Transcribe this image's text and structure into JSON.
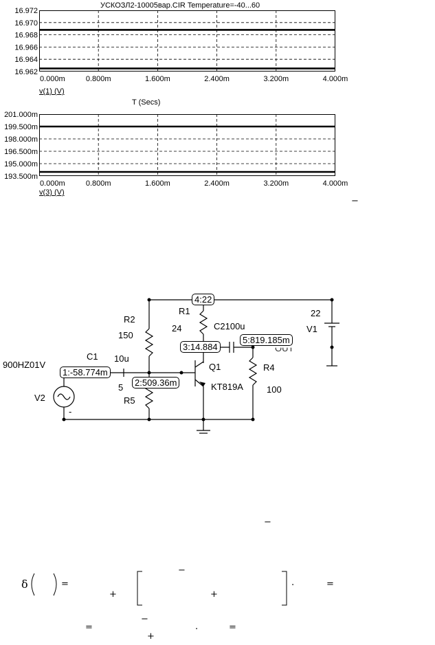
{
  "chart_data": [
    {
      "type": "line",
      "title": "УСКОЗЛ2-10005вар.CIR Temperature=-40...60",
      "xlabel": "T (Secs)",
      "ylabel": "v(1) (V)",
      "xlim": [
        0,
        4.0
      ],
      "ylim": [
        16.962,
        16.972
      ],
      "x_ticks": [
        "0.000m",
        "0.800m",
        "1.600m",
        "2.400m",
        "3.200m",
        "4.000m"
      ],
      "y_ticks": [
        "16.972",
        "16.970",
        "16.968",
        "16.966",
        "16.964",
        "16.962"
      ],
      "grid": true,
      "series": [
        {
          "x": [
            0,
            4.0
          ],
          "values": [
            16.9688,
            16.9688
          ]
        },
        {
          "x": [
            0,
            4.0
          ],
          "values": [
            16.9625,
            16.9625
          ]
        }
      ]
    },
    {
      "type": "line",
      "title": "",
      "xlabel": "",
      "ylabel": "v(3) (V)",
      "xlim": [
        0,
        4.0
      ],
      "ylim": [
        193.5,
        201.0
      ],
      "x_ticks": [
        "0.000m",
        "0.800m",
        "1.600m",
        "2.400m",
        "3.200m",
        "4.000m"
      ],
      "y_ticks": [
        "201.000m",
        "199.500m",
        "198.000m",
        "196.500m",
        "195.000m",
        "193.500m"
      ],
      "grid": true,
      "series": [
        {
          "x": [
            0,
            4.0
          ],
          "values": [
            199.5,
            199.5
          ]
        },
        {
          "x": [
            0,
            4.0
          ],
          "values": [
            194.0,
            194.0
          ]
        }
      ]
    }
  ],
  "schematic": {
    "probes": {
      "p4": "4:22",
      "p3": "3:14.884",
      "p5": "5:819.185m",
      "p1": "1:-58.774m",
      "p2": "2:509.36m"
    },
    "labels": {
      "r1": "R1",
      "r1_val": "24",
      "r2": "R2",
      "r2_val": "150",
      "c2": "C2100u",
      "c1": "C1",
      "c1_val": "10u",
      "v1_val": "22",
      "v1": "V1",
      "out": "OUT",
      "q1": "Q1",
      "q1_model": "KT819A",
      "r4": "R4",
      "r4_val": "100",
      "r5_val": "5",
      "r5": "R5",
      "v2_src": "900HZ01V",
      "v2": "V2",
      "minus": "-"
    }
  },
  "formula": {
    "delta": "δ",
    "eq1": "=",
    "plus1": "+",
    "plus2": "+",
    "dot1": ".",
    "eq2": "=",
    "eq3": "=",
    "dot2": ".",
    "eq4": "=",
    "plus3": "+",
    "bar": "−"
  }
}
